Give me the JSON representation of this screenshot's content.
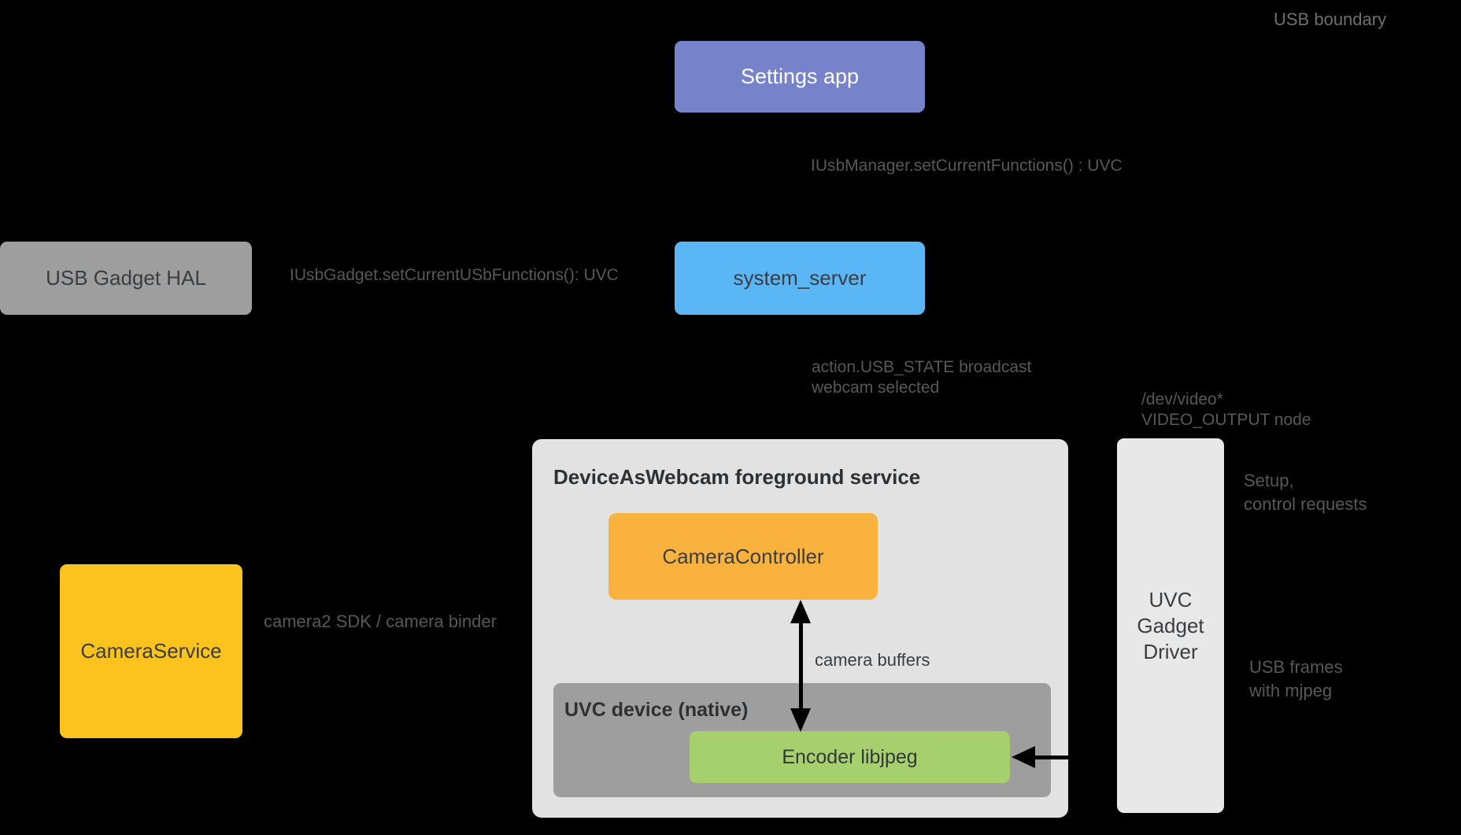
{
  "colors": {
    "background": "#000000",
    "settings_app": "#7682C9",
    "system_server": "#5BB6F6",
    "usb_gadget_hal": "#9E9E9E",
    "uvc_device": "#9E9E9E",
    "daw_container": "#E2E2E2",
    "uvc_gadget_driver": "#E8E8E8",
    "camera_controller": "#FAB23F",
    "camera_service": "#FCC21D",
    "encoder": "#A6D06E",
    "arrow": "#000000",
    "label_text": "#58585A",
    "box_text": "#3A3D41"
  },
  "nodes": {
    "settings_app": {
      "label": "Settings app"
    },
    "usb_gadget_hal": {
      "label": "USB Gadget HAL"
    },
    "system_server": {
      "label": "system_server"
    },
    "daw_service": {
      "title": "DeviceAsWebcam foreground service"
    },
    "camera_controller": {
      "label": "CameraController"
    },
    "uvc_device": {
      "title": "UVC device (native)"
    },
    "encoder": {
      "label": "Encoder libjpeg"
    },
    "camera_service": {
      "label": "CameraService"
    },
    "uvc_gadget_driver": {
      "label": "UVC\nGadget\nDriver"
    }
  },
  "annotations": {
    "usb_boundary": "USB boundary",
    "iusb_manager": "IUsbManager.setCurrentFunctions() : UVC",
    "iusb_gadget": "IUsbGadget.setCurrentUSbFunctions(): UVC",
    "usb_state": "action.USB_STATE broadcast\nwebcam selected",
    "dev_video": "/dev/video*\nVIDEO_OUTPUT node",
    "setup_control": "Setup,\ncontrol requests",
    "camera2_sdk": "camera2 SDK / camera binder",
    "camera_buffers": "camera buffers",
    "usb_frames": "USB frames\nwith mjpeg"
  }
}
